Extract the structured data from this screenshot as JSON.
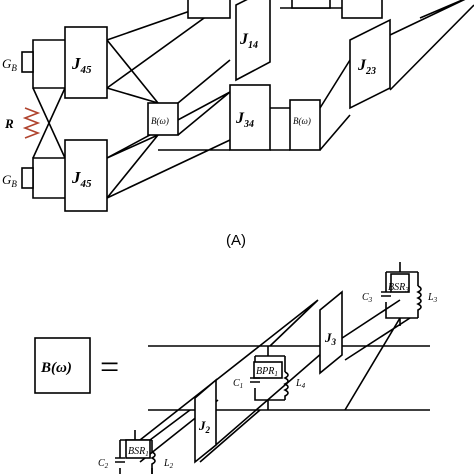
{
  "figure_a": {
    "caption": "(A)",
    "resistor_label": "R",
    "gb_top": {
      "main": "G",
      "sub": "B"
    },
    "gb_bottom": {
      "main": "G",
      "sub": "B"
    },
    "j45_top": {
      "main": "J",
      "sub": "45"
    },
    "j45_bottom": {
      "main": "J",
      "sub": "45"
    },
    "j14": {
      "main": "J",
      "sub": "14"
    },
    "j34": {
      "main": "J",
      "sub": "34"
    },
    "j23": {
      "main": "J",
      "sub": "23"
    },
    "b_omega_left": "B(ω)",
    "b_omega_right": "B(ω)"
  },
  "figure_b": {
    "b_omega_box": "B(ω)",
    "equals": "=",
    "j2": {
      "main": "J",
      "sub": "2"
    },
    "j3": {
      "main": "J",
      "sub": "3"
    },
    "bsr_top": {
      "main": "BSR",
      "sub": "3"
    },
    "c3": {
      "main": "C",
      "sub": "3"
    },
    "l3": {
      "main": "L",
      "sub": "3"
    },
    "bpr": {
      "main": "BPR",
      "sub": "1"
    },
    "c1": {
      "main": "C",
      "sub": "1"
    },
    "l4": {
      "main": "L",
      "sub": "4"
    },
    "bsr_bottom": {
      "main": "BSR",
      "sub": "1"
    },
    "c2": {
      "main": "C",
      "sub": "2"
    },
    "l2": {
      "main": "L",
      "sub": "2"
    }
  }
}
